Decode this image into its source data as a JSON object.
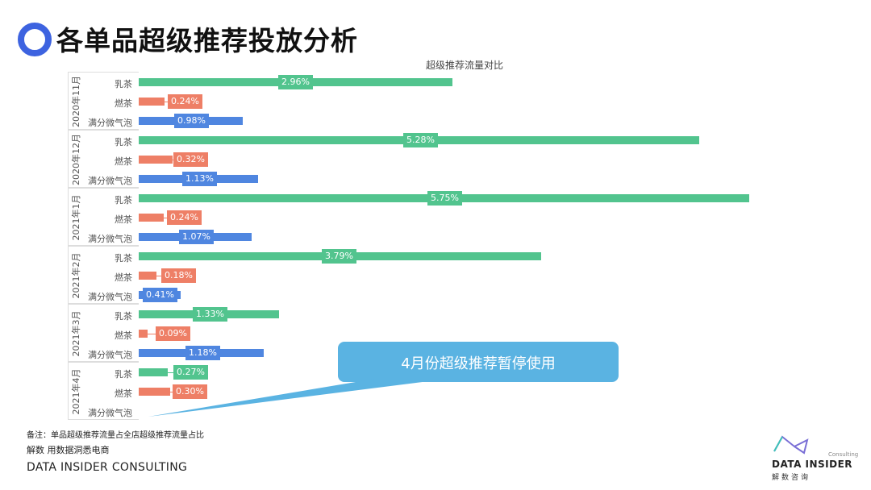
{
  "header": {
    "title": "各单品超级推荐投放分析"
  },
  "colors": {
    "milk_tea": "#52c48e",
    "ran_tea": "#ee7f66",
    "bubble": "#4f86e0",
    "callout": "#5ab3e2",
    "title_ring": "#3d63e0"
  },
  "chart_data": {
    "type": "bar",
    "orientation": "horizontal",
    "title": "超级推荐流量对比",
    "xlabel": "",
    "ylabel": "",
    "grid": false,
    "legend": "none",
    "groups": [
      "2020年11月",
      "2020年12月",
      "2021年1月",
      "2021年2月",
      "2021年3月",
      "2021年4月"
    ],
    "categories": [
      "乳茶",
      "燃茶",
      "满分微气泡"
    ],
    "series": [
      {
        "name": "乳茶",
        "values": [
          2.96,
          5.28,
          5.75,
          3.79,
          1.33,
          0.27
        ],
        "labels": [
          "2.96%",
          "5.28%",
          "5.75%",
          "3.79%",
          "1.33%",
          "0.27%"
        ]
      },
      {
        "name": "燃茶",
        "values": [
          0.24,
          0.32,
          0.24,
          0.18,
          0.09,
          0.3
        ],
        "labels": [
          "0.24%",
          "0.32%",
          "0.24%",
          "0.18%",
          "0.09%",
          "0.30%"
        ]
      },
      {
        "name": "满分微气泡",
        "values": [
          0.98,
          1.13,
          1.07,
          0.41,
          1.18,
          null
        ],
        "labels": [
          "0.98%",
          "1.13%",
          "1.07%",
          "0.41%",
          "1.18%",
          ""
        ]
      }
    ],
    "annotations": [
      "4月份超级推荐暂停使用"
    ],
    "unit": "%"
  },
  "rows": [
    {
      "group": "2020年11月",
      "items": [
        {
          "cat": "乳茶",
          "label": "2.96%",
          "end": 561,
          "lx": 345,
          "series": "milk_tea"
        },
        {
          "cat": "燃茶",
          "label": "0.24%",
          "end": 204,
          "lx": 208,
          "series": "ran_tea"
        },
        {
          "cat": "满分微气泡",
          "label": "0.98%",
          "end": 301,
          "lx": 216,
          "series": "bubble"
        }
      ]
    },
    {
      "group": "2020年12月",
      "items": [
        {
          "cat": "乳茶",
          "label": "5.28%",
          "end": 867,
          "lx": 500,
          "series": "milk_tea"
        },
        {
          "cat": "燃茶",
          "label": "0.32%",
          "end": 214,
          "lx": 215,
          "series": "ran_tea"
        },
        {
          "cat": "满分微气泡",
          "label": "1.13%",
          "end": 320,
          "lx": 226,
          "series": "bubble"
        }
      ]
    },
    {
      "group": "2021年1月",
      "items": [
        {
          "cat": "乳茶",
          "label": "5.75%",
          "end": 929,
          "lx": 530,
          "series": "milk_tea"
        },
        {
          "cat": "燃茶",
          "label": "0.24%",
          "end": 203,
          "lx": 207,
          "series": "ran_tea"
        },
        {
          "cat": "满分微气泡",
          "label": "1.07%",
          "end": 312,
          "lx": 222,
          "series": "bubble"
        }
      ]
    },
    {
      "group": "2021年2月",
      "items": [
        {
          "cat": "乳茶",
          "label": "3.79%",
          "end": 671,
          "lx": 399,
          "series": "milk_tea"
        },
        {
          "cat": "燃茶",
          "label": "0.18%",
          "end": 194,
          "lx": 200,
          "series": "ran_tea"
        },
        {
          "cat": "满分微气泡",
          "label": "0.41%",
          "end": 224,
          "lx": 177,
          "series": "bubble"
        }
      ]
    },
    {
      "group": "2021年3月",
      "items": [
        {
          "cat": "乳茶",
          "label": "1.33%",
          "end": 346,
          "lx": 239,
          "series": "milk_tea"
        },
        {
          "cat": "燃茶",
          "label": "0.09%",
          "end": 183,
          "lx": 193,
          "series": "ran_tea"
        },
        {
          "cat": "满分微气泡",
          "label": "1.18%",
          "end": 327,
          "lx": 230,
          "series": "bubble"
        }
      ]
    },
    {
      "group": "2021年4月",
      "items": [
        {
          "cat": "乳茶",
          "label": "0.27%",
          "end": 208,
          "lx": 215,
          "series": "milk_tea"
        },
        {
          "cat": "燃茶",
          "label": "0.30%",
          "end": 211,
          "lx": 214,
          "series": "ran_tea"
        },
        {
          "cat": "满分微气泡",
          "label": "",
          "end": 172,
          "lx": 0,
          "series": "bubble"
        }
      ]
    }
  ],
  "callout": {
    "text": "4月份超级推荐暂停使用"
  },
  "footer": {
    "note": "备注：单品超级推荐流量占全店超级推荐流量占比",
    "tagline": "解数 用数据洞悉电商",
    "brand": "DATA INSIDER CONSULTING"
  },
  "logo": {
    "consulting": "Consulting",
    "name": "DATA INSIDER",
    "cn": "解数咨询"
  }
}
